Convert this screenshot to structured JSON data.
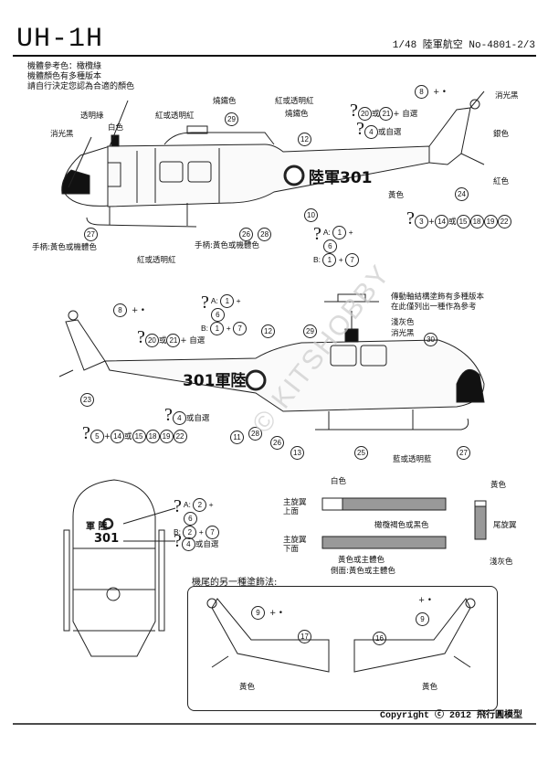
{
  "header": {
    "title": "UH-1H",
    "subtitle": "1/48  陸軍航空  No-4801-2/3"
  },
  "notes": [
    "機體參考色：橄欖綠",
    "機體顏色有多種版本",
    "請自行決定您認為合適的顏色"
  ],
  "view_left": {
    "labels": {
      "matte_black_nose": "消光黑",
      "clear_green": "透明綠",
      "white": "白色",
      "red_or_clear_red_top": "紅或透明紅",
      "burnt_iron_1": "燒鐵色",
      "red_or_clear_red_2": "紅或透明紅",
      "burnt_iron_2": "燒鐵色",
      "matte_black_tail": "消光黑",
      "silver": "銀色",
      "red": "紅色",
      "yellow": "黃色",
      "handle_front": "手柄:黃色或機體色",
      "red_or_clear_red_bottom": "紅或透明紅",
      "handle_mid": "手柄:黃色或機體色"
    },
    "callouts": [
      "8",
      "29",
      "12",
      "20",
      "21",
      "4",
      "10",
      "24",
      "27",
      "26",
      "28",
      "3",
      "14",
      "15",
      "18",
      "19",
      "22",
      "1",
      "6",
      "7"
    ],
    "decal_8_suffix": "+ •",
    "opt_20_21": "或",
    "opt_20_21_suffix": "+ 自選",
    "opt_4_suffix": "或自選",
    "option_a": "A:",
    "option_b": "B:",
    "tail_combo_or": "或",
    "serial": "陸軍301"
  },
  "view_right": {
    "labels": {
      "rotor_note_1": "傳動軸結構塗飾有多種版本",
      "rotor_note_2": "在此僅列出一種作為參考",
      "light_gray": "淺灰色",
      "matte_black": "消光黑",
      "blue_or_clear_blue": "藍或透明藍"
    },
    "serial": "301軍陸",
    "opt_4_suffix": "或自選",
    "opt_20_21_suffix": "+ 自選",
    "decal_8_suffix": "+ •"
  },
  "front_view": {
    "serial_top": "軍  陸",
    "serial_num": "301",
    "option_a": "A:",
    "option_b": "B:",
    "opt_4_suffix": "或自選"
  },
  "rotor_blades": {
    "white": "白色",
    "main_top": [
      "主旋翼",
      "上面"
    ],
    "main_bottom": [
      "主旋翼",
      "下面"
    ],
    "olive_or_black": "橄欖褐色或黑色",
    "yellow_or_body": "黃色或主體色",
    "side_yellow_or_body": "側面:黃色或主體色",
    "tail_yellow": "黃色",
    "tail_rotor": "尾旋翼",
    "light_gray": "淺灰色"
  },
  "alt_tail": {
    "heading": "機尾的另一種塗飾法:",
    "left_callouts": [
      "9",
      "17"
    ],
    "right_callouts": [
      "9",
      "16"
    ],
    "yellow": "黃色",
    "decal_suffix": "+ •"
  },
  "footer": {
    "copyright": "Copyright ⓒ 2012 飛行圓模型"
  },
  "watermark": "© KITSHOBBY"
}
